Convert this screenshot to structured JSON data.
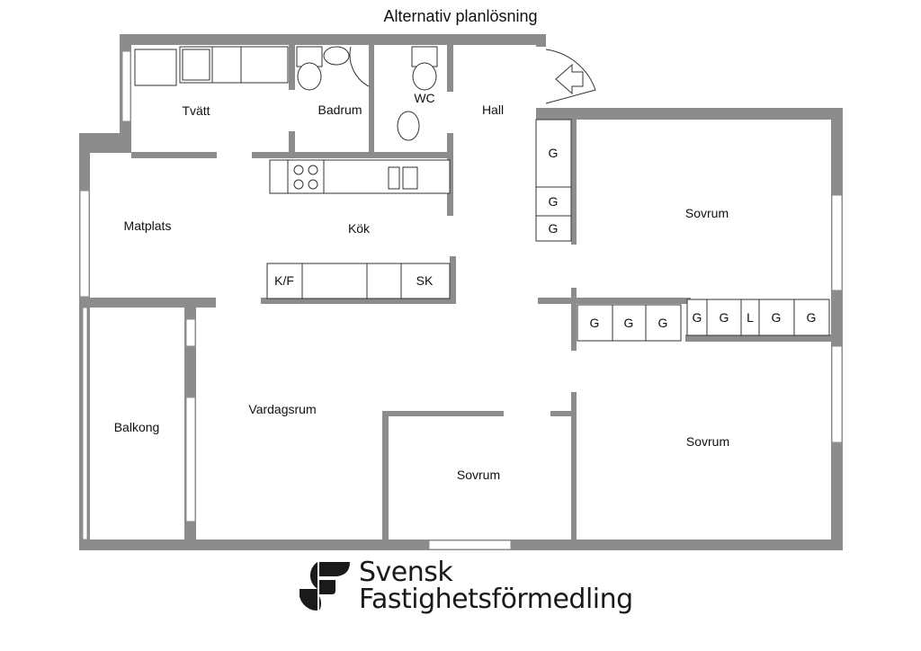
{
  "title": "Alternativ planlösning",
  "rooms": {
    "tvatt": "Tvätt",
    "badrum": "Badrum",
    "wc": "WC",
    "hall": "Hall",
    "matplats": "Matplats",
    "kok": "Kök",
    "sovrum_1": "Sovrum",
    "sovrum_2": "Sovrum",
    "sovrum_3": "Sovrum",
    "vardagsrum": "Vardagsrum",
    "balkong": "Balkong"
  },
  "fixtures": {
    "kf": "K/F",
    "sk": "SK",
    "hall_closets": [
      "G",
      "G",
      "G"
    ],
    "closets_left": [
      "G",
      "G",
      "G"
    ],
    "closets_right": [
      "G",
      "G",
      "L",
      "G",
      "G"
    ]
  },
  "logo": {
    "line1": "Svensk",
    "line2": "Fastighetsförmedling"
  },
  "colors": {
    "wall": "#8c8c8c",
    "line": "#333333"
  }
}
